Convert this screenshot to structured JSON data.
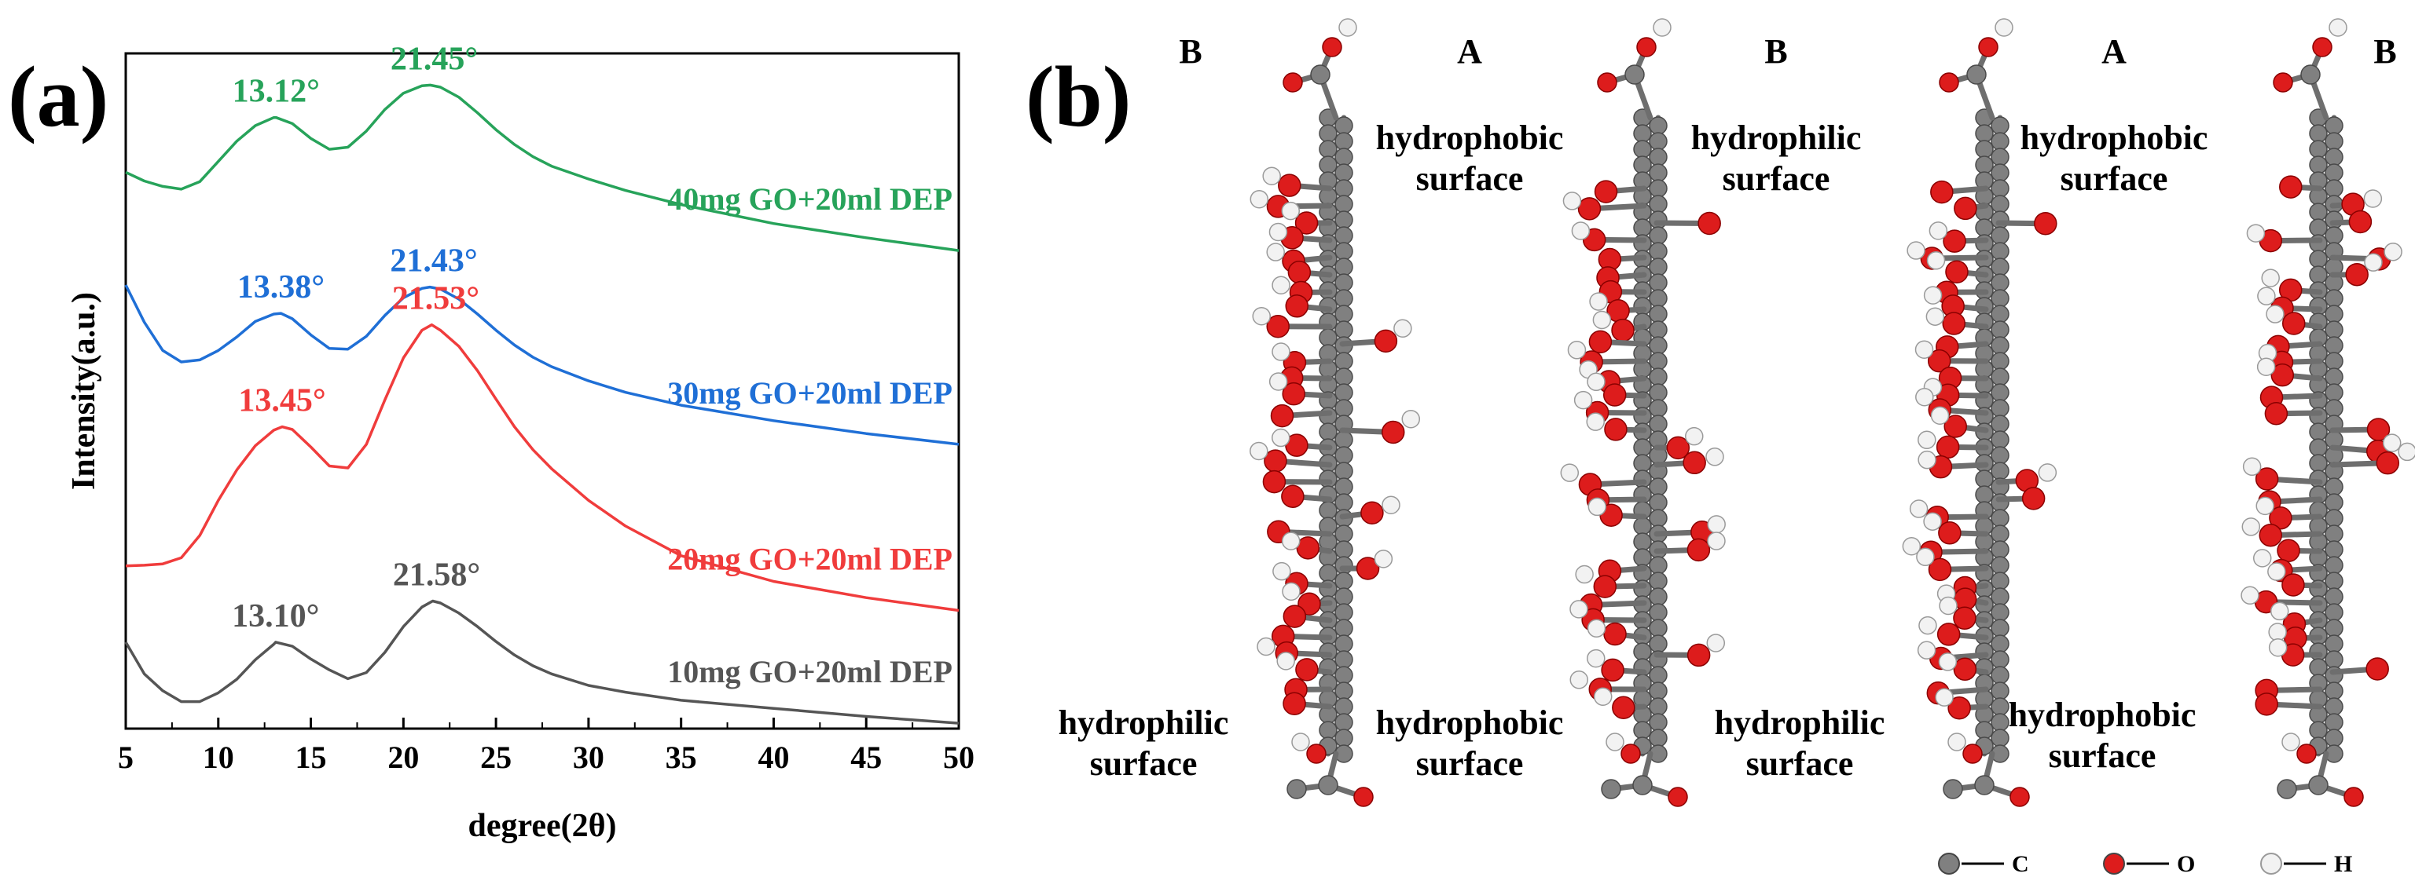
{
  "panel_a": {
    "label": "(a)"
  },
  "panel_b": {
    "label": "(b)"
  },
  "chart_data": {
    "type": "line",
    "title": "",
    "xlabel": "degree(2θ)",
    "ylabel": "Intensity(a.u.)",
    "xlim": [
      5,
      50
    ],
    "x_ticks": [
      5,
      10,
      15,
      20,
      25,
      30,
      35,
      40,
      45,
      50
    ],
    "y_ticks": false,
    "grid": false,
    "legend": "labels next to each curve",
    "series": [
      {
        "name": "10mg GO+20ml DEP",
        "color": "#555555",
        "x": [
          5,
          6,
          7,
          8,
          9,
          10,
          11,
          12,
          13,
          13.1,
          14,
          15,
          16,
          17,
          18,
          19,
          20,
          21,
          21.58,
          22,
          23,
          24,
          25,
          26,
          27,
          28,
          30,
          32,
          35,
          40,
          45,
          50
        ],
        "y": [
          0.128,
          0.081,
          0.056,
          0.04,
          0.04,
          0.053,
          0.073,
          0.102,
          0.125,
          0.128,
          0.122,
          0.103,
          0.087,
          0.074,
          0.083,
          0.113,
          0.151,
          0.18,
          0.189,
          0.186,
          0.171,
          0.151,
          0.129,
          0.109,
          0.093,
          0.081,
          0.064,
          0.054,
          0.042,
          0.03,
          0.018,
          0.008
        ],
        "peak_labels": [
          "13.10°",
          "21.58°"
        ]
      },
      {
        "name": "20mg GO+20ml DEP",
        "color": "#f03c3c",
        "x": [
          5,
          6,
          7,
          8,
          9,
          10,
          11,
          12,
          13,
          13.45,
          14,
          15,
          16,
          17,
          18,
          19,
          20,
          21,
          21.53,
          22,
          23,
          24,
          25,
          26,
          27,
          28,
          30,
          32,
          35,
          40,
          45,
          50
        ],
        "y": [
          0.241,
          0.242,
          0.244,
          0.253,
          0.286,
          0.338,
          0.383,
          0.419,
          0.442,
          0.447,
          0.443,
          0.417,
          0.389,
          0.386,
          0.421,
          0.487,
          0.549,
          0.59,
          0.598,
          0.59,
          0.566,
          0.53,
          0.488,
          0.447,
          0.413,
          0.385,
          0.338,
          0.3,
          0.256,
          0.218,
          0.194,
          0.175
        ],
        "peak_labels": [
          "13.45°",
          "21.53°"
        ]
      },
      {
        "name": "30mg GO+20ml DEP",
        "color": "#1f6fd6",
        "x": [
          5,
          6,
          7,
          8,
          9,
          10,
          11,
          12,
          13,
          13.38,
          14,
          15,
          16,
          17,
          18,
          19,
          20,
          21,
          21.43,
          22,
          23,
          24,
          25,
          26,
          27,
          28,
          30,
          32,
          35,
          40,
          45,
          50
        ],
        "y": [
          0.657,
          0.602,
          0.56,
          0.543,
          0.546,
          0.56,
          0.58,
          0.603,
          0.614,
          0.615,
          0.607,
          0.583,
          0.563,
          0.562,
          0.581,
          0.612,
          0.638,
          0.652,
          0.654,
          0.651,
          0.636,
          0.614,
          0.59,
          0.568,
          0.55,
          0.536,
          0.515,
          0.498,
          0.479,
          0.456,
          0.437,
          0.421
        ],
        "peak_labels": [
          "13.38°",
          "21.43°"
        ]
      },
      {
        "name": "40mg GO+20ml DEP",
        "color": "#27a35a",
        "x": [
          5,
          6,
          7,
          8,
          9,
          10,
          11,
          12,
          13,
          13.12,
          14,
          15,
          16,
          17,
          18,
          19,
          20,
          21,
          21.45,
          22,
          23,
          24,
          25,
          26,
          27,
          28,
          30,
          32,
          35,
          40,
          45,
          50
        ],
        "y": [
          0.824,
          0.811,
          0.803,
          0.799,
          0.81,
          0.84,
          0.87,
          0.893,
          0.905,
          0.905,
          0.896,
          0.874,
          0.858,
          0.861,
          0.885,
          0.917,
          0.941,
          0.952,
          0.953,
          0.95,
          0.935,
          0.912,
          0.887,
          0.865,
          0.847,
          0.833,
          0.814,
          0.797,
          0.776,
          0.748,
          0.727,
          0.708
        ],
        "peak_labels": [
          "13.12°",
          "21.45°"
        ]
      }
    ]
  },
  "structure": {
    "top_labels": [
      "B",
      "A",
      "B",
      "A",
      "B"
    ],
    "region_labels": {
      "hydrophobic": [
        "hydrophobic",
        "surface"
      ],
      "hydrophilic": [
        "hydrophilic",
        "surface"
      ]
    },
    "legend": [
      {
        "symbol": "C",
        "color": "#808080"
      },
      {
        "symbol": "O",
        "color": "#dd1c1c"
      },
      {
        "symbol": "H",
        "color": "#f2f2f2"
      }
    ]
  }
}
